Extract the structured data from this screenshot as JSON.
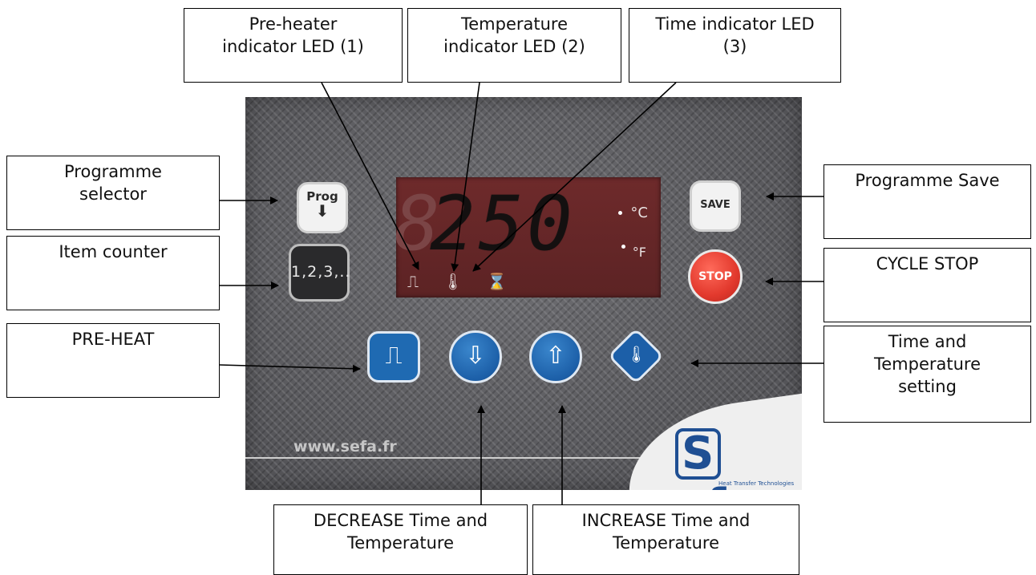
{
  "callouts": {
    "preheater_led": [
      "Pre-heater",
      "indicator LED (1)"
    ],
    "temperature_led": [
      "Temperature",
      "indicator LED (2)"
    ],
    "time_led": [
      "Time indicator LED",
      "(3)"
    ],
    "programme_selector": [
      "Programme",
      "selector"
    ],
    "programme_save": [
      "Programme Save"
    ],
    "item_counter": [
      "Item counter"
    ],
    "cycle_stop": [
      "CYCLE STOP"
    ],
    "preheat": [
      "PRE-HEAT"
    ],
    "time_temp_setting": [
      "Time and",
      "Temperature",
      "setting"
    ],
    "decrease": [
      "DECREASE Time and",
      "Temperature"
    ],
    "increase": [
      "INCREASE Time and",
      "Temperature"
    ]
  },
  "panel": {
    "display_value": "250",
    "ghost_digit": "8",
    "unit_celsius": "°C",
    "unit_fahrenheit": "°F",
    "prog_label": "Prog",
    "save_label": "SAVE",
    "counter_label": "1,2,3,..",
    "stop_label": "STOP",
    "website": "www.sefa.fr",
    "logo_s": "S",
    "logo_rest": "efa",
    "tagline": "Heat Transfer Technologies"
  }
}
